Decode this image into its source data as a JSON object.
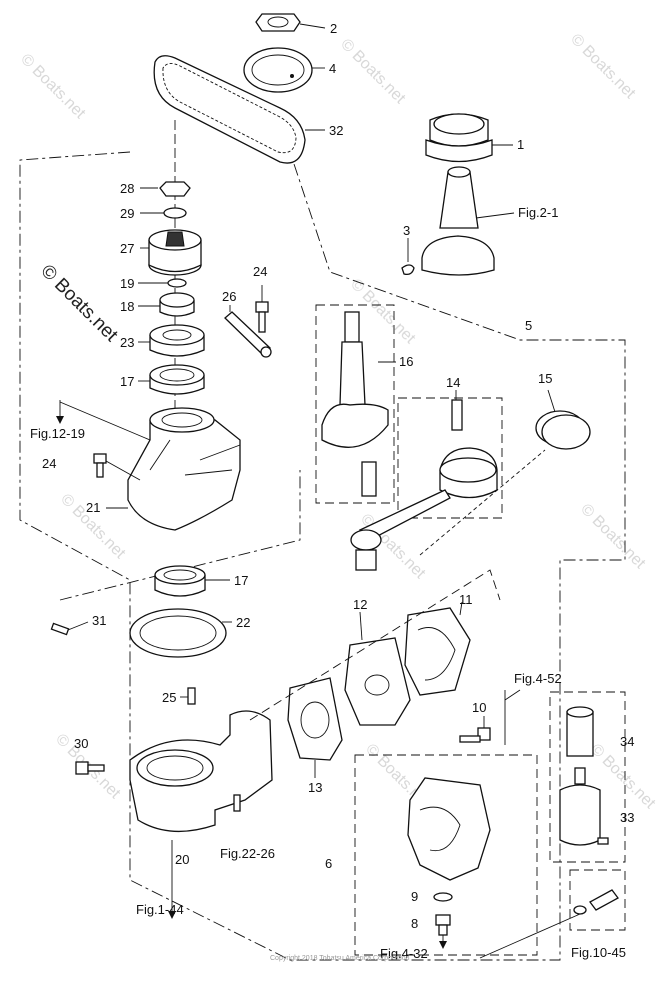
{
  "diagram": {
    "callouts": {
      "c1": "1",
      "c2": "2",
      "c3": "3",
      "c4": "4",
      "c5": "5",
      "c6": "6",
      "c8": "8",
      "c9": "9",
      "c10": "10",
      "c11": "11",
      "c12": "12",
      "c13": "13",
      "c14": "14",
      "c15": "15",
      "c16": "16",
      "c17a": "17",
      "c17b": "17",
      "c18": "18",
      "c19": "19",
      "c20": "20",
      "c21": "21",
      "c22": "22",
      "c23": "23",
      "c24a": "24",
      "c24b": "24",
      "c25": "25",
      "c26": "26",
      "c27": "27",
      "c28": "28",
      "c29": "29",
      "c30": "30",
      "c31": "31",
      "c32": "32",
      "c33": "33",
      "c34": "34"
    },
    "references": {
      "fig2_1": "Fig.2-1",
      "fig12_19": "Fig.12-19",
      "fig4_52": "Fig.4-52",
      "fig22_26": "Fig.22-26",
      "fig1_44": "Fig.1-44",
      "fig4_32": "Fig.4-32",
      "fig10_45": "Fig.10-45"
    },
    "watermark": "© Boats.net",
    "copyright": "Copyright 2018 Tohatsu America Corporation"
  }
}
